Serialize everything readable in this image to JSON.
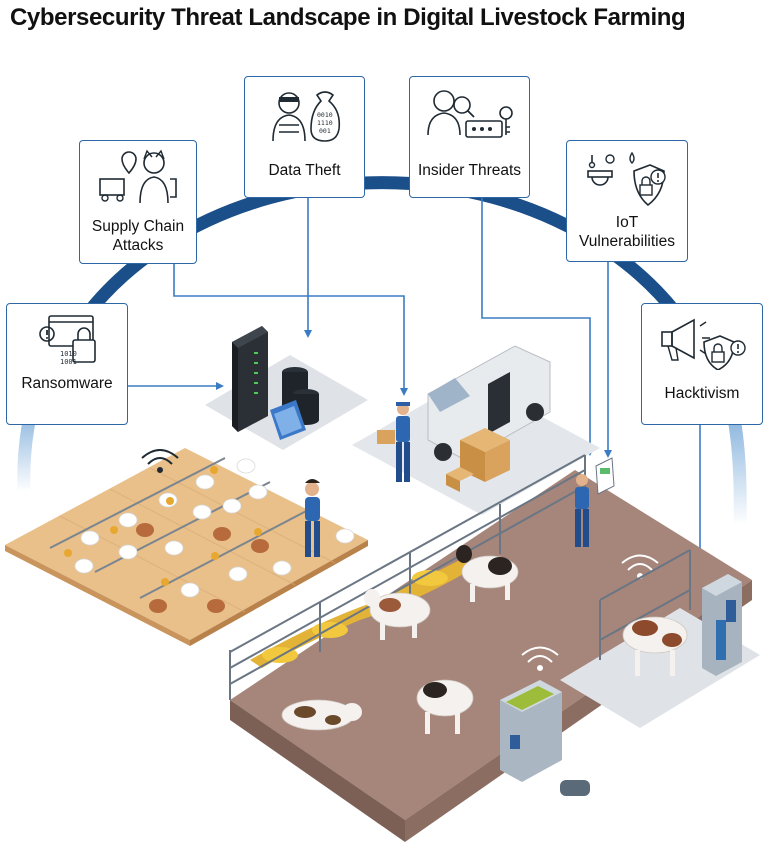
{
  "title": "Cybersecurity Threat Landscape in Digital Livestock Farming",
  "threats": {
    "ransomware": {
      "label": "Ransomware",
      "icon": "ransomware-lock-icon",
      "code": "1010\n1001"
    },
    "supply_chain": {
      "label": "Supply Chain\nAttacks",
      "icon": "supply-chain-hacker-icon"
    },
    "data_theft": {
      "label": "Data Theft",
      "icon": "data-theft-thief-icon",
      "code": "0010\n1110\n001"
    },
    "insider": {
      "label": "Insider Threats",
      "icon": "insider-password-key-icon"
    },
    "iot": {
      "label": "IoT\nVulnerabilities",
      "icon": "iot-camera-shield-icon"
    },
    "hacktivism": {
      "label": "Hacktivism",
      "icon": "megaphone-shield-icon"
    }
  },
  "targets": [
    "server-rack",
    "delivery-van",
    "poultry-house",
    "barn-access-panel",
    "milking-robot"
  ],
  "colors": {
    "arc": "#1b4f8a",
    "arrow": "#3a7cc4",
    "box_border": "#2e67a6",
    "barn_floor": "#a6857a",
    "poultry_floor": "#e9bf8a"
  }
}
